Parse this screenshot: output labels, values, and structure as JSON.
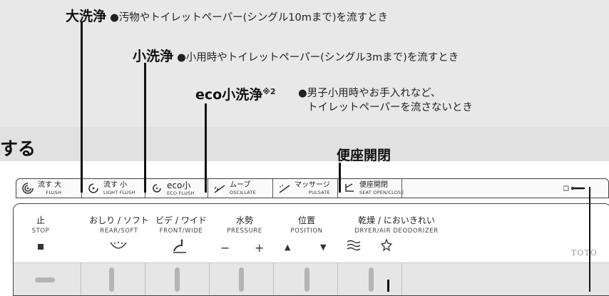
{
  "callouts": {
    "large": {
      "title": "大洗浄",
      "desc": "●汚物やトイレットペーパー(シングル10mまで)を流すとき"
    },
    "small": {
      "title": "小洗浄",
      "desc": "●小用時やトイレットペーパー(シングル3mまで)を流すとき"
    },
    "eco": {
      "title": "eco小洗浄",
      "note": "※2",
      "desc_line1": "●男子小用時やお手入れなど、",
      "desc_line2": "トイレットペーパーを流さないとき"
    }
  },
  "section": {
    "title": "する",
    "seat_callout": "便座開閉"
  },
  "flush_panel": {
    "buttons": [
      {
        "jp": "流す 大",
        "en": "FLUSH",
        "icon": "flush-large-icon"
      },
      {
        "jp": "流す 小",
        "en": "LIGHT FLUSH",
        "icon": "flush-small-icon"
      },
      {
        "jp": "eco小",
        "en": "ECO FLUSH",
        "icon": "eco-flush-icon"
      },
      {
        "jp": "ムーブ",
        "en": "OSCILLATE",
        "icon": "oscillate-icon"
      },
      {
        "jp": "マッサージ",
        "en": "PULSATE",
        "icon": "pulsate-icon"
      },
      {
        "jp": "便座開閉",
        "en": "SEAT OPEN/CLOSE",
        "icon": "seat-open-close-icon"
      }
    ]
  },
  "remote": {
    "stop": {
      "jp": "止",
      "en": "STOP"
    },
    "rear": {
      "jp": "おしり / ソフト",
      "en": "REAR/SOFT"
    },
    "front": {
      "jp": "ビデ / ワイド",
      "en": "FRONT/WIDE"
    },
    "pressure": {
      "jp": "水勢",
      "en": "PRESSURE",
      "minus": "−",
      "plus": "+"
    },
    "position": {
      "jp": "位置",
      "en": "POSITION",
      "up": "▲",
      "down": "▼"
    },
    "dryer": {
      "jp": "乾燥 / においきれい",
      "en": "DRYER/AIR DEODORIZER"
    },
    "brand": "TOTO"
  },
  "colors": {
    "callout_bg": "#e8e8e8",
    "strip_bg": "#e1e1e1",
    "key_bg": "#e6e6e6",
    "key_bar": "#b4b4b4"
  }
}
